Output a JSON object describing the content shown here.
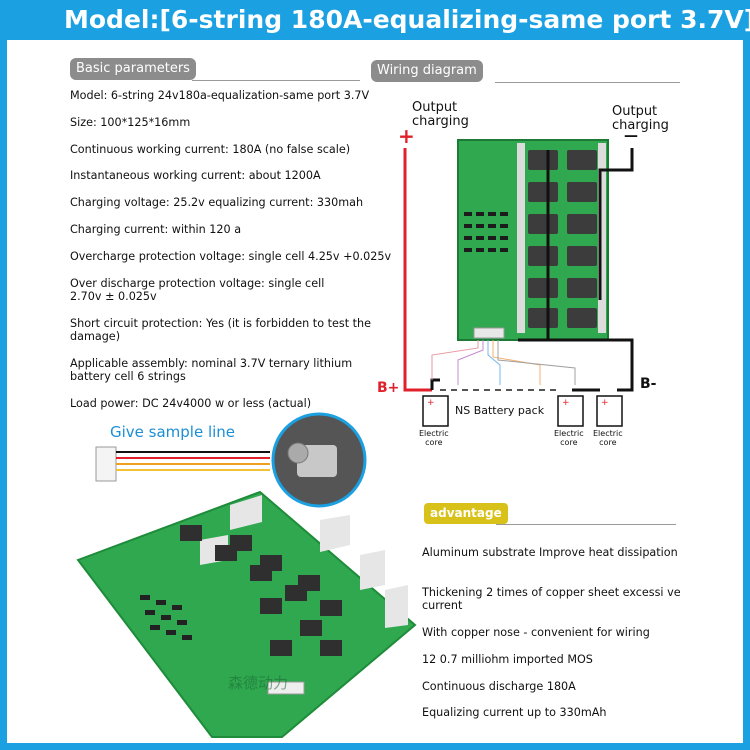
{
  "title": "Model:[6-string 180A-equalizing-same port 3.7V]",
  "basic_tag": "Basic parameters",
  "wiring_tag": "Wiring diagram",
  "params": [
    "Model: 6-string 24v180a-equalization-same port 3.7V",
    "Size: 100*125*16mm",
    "Continuous working current: 180A (no false scale)",
    "Instantaneous working current: about 1200A",
    "Charging voltage: 25.2v equalizing current: 330mah",
    "Charging current: within 120 a",
    "Overcharge protection voltage: single cell 4.25v +0.025v",
    "Over discharge protection voltage: single cell 2.70v ± 0.025v",
    "Short circuit protection: Yes (it is forbidden to test the damage)",
    "Applicable assembly: nominal 3.7V ternary lithium battery cell 6 strings",
    "Load power: DC 24v4000 w or less (actual)"
  ],
  "sample_line": "Give sample line",
  "wiring": {
    "output_left": [
      "Output",
      "charging"
    ],
    "output_right": [
      "Output",
      "charging"
    ],
    "plus": "+",
    "minus": "—",
    "b_plus": "B+",
    "b_minus": "B-",
    "pack": "NS Battery pack",
    "core": [
      "Electric",
      "core"
    ]
  },
  "advantage_tag": "advantage",
  "advantages": [
    "Aluminum substrate Improve heat dissipation",
    "Thickening 2 times of copper sheet excessi ve current",
    "With copper nose - convenient for wiring",
    "12 0.7 milliohm imported MOS",
    "Continuous discharge 180A",
    "Equalizing current up to 330mAh"
  ],
  "watermark": "森德动力"
}
